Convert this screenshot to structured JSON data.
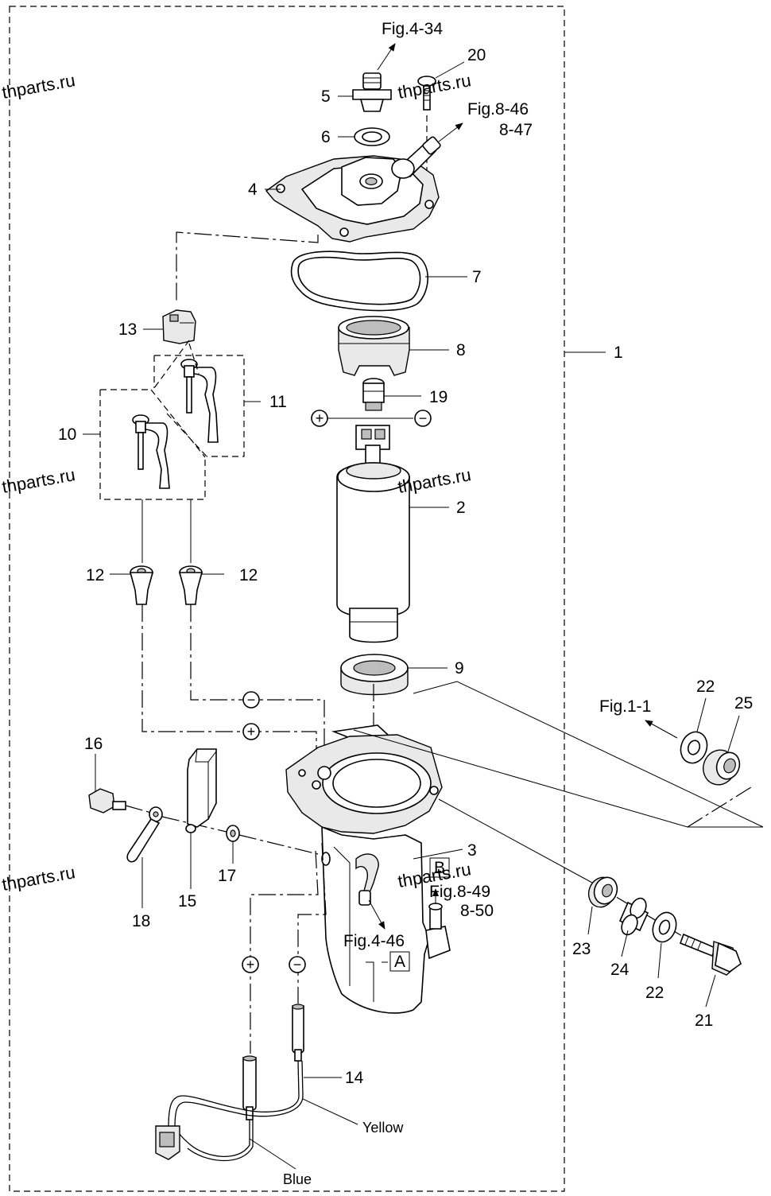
{
  "watermark": "thparts.ru",
  "part_numbers": {
    "p1": "1",
    "p2": "2",
    "p3": "3",
    "p4": "4",
    "p5": "5",
    "p6": "6",
    "p7": "7",
    "p8": "8",
    "p9": "9",
    "p10": "10",
    "p11": "11",
    "p12a": "12",
    "p12b": "12",
    "p13": "13",
    "p14": "14",
    "p15": "15",
    "p16": "16",
    "p17": "17",
    "p18": "18",
    "p19": "19",
    "p20": "20",
    "p21": "21",
    "p22a": "22",
    "p22b": "22",
    "p23": "23",
    "p24": "24",
    "p25": "25"
  },
  "figure_refs": {
    "fig_4_34": "Fig.4-34",
    "fig_8_46": "Fig.8-46",
    "fig_8_47": "8-47",
    "fig_8_49": "Fig.8-49",
    "fig_8_50": "8-50",
    "fig_4_46": "Fig.4-46",
    "fig_1_1": "Fig.1-1"
  },
  "markers": {
    "a": "A",
    "b": "B",
    "plus": "+",
    "minus": "−"
  },
  "wire_colors": {
    "yellow": "Yellow",
    "blue": "Blue"
  }
}
